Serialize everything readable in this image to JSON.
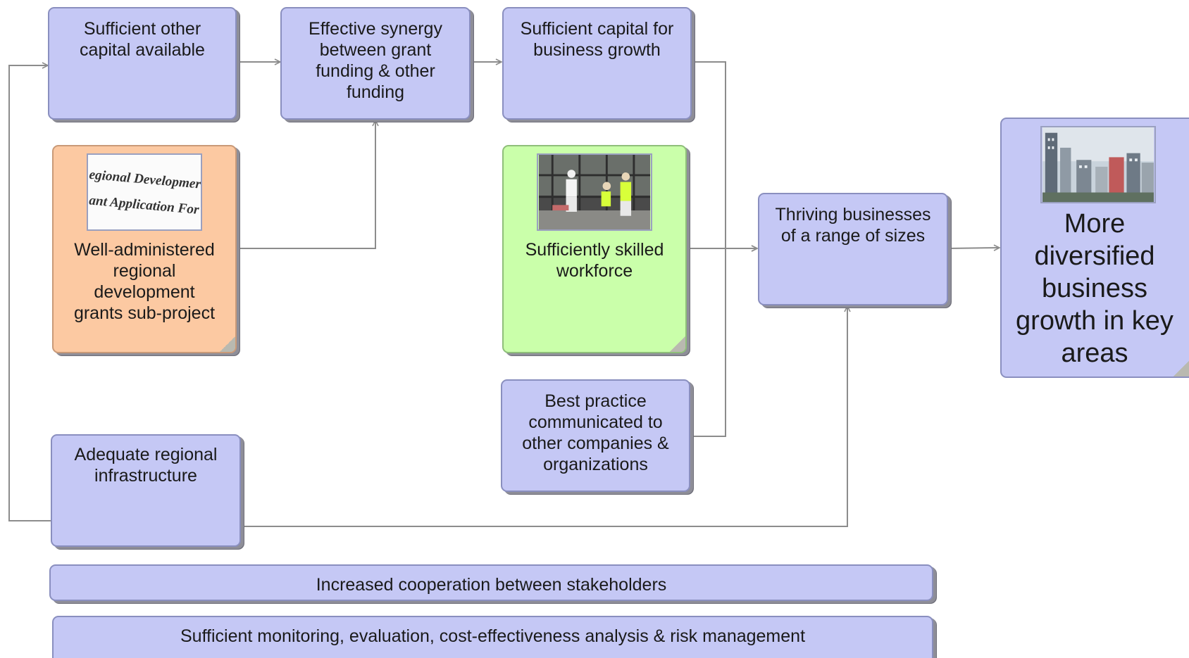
{
  "nodes": {
    "other_capital": "Sufficient other capital available",
    "synergy": "Effective synergy between grant funding & other funding",
    "capital_growth": "Sufficient capital for business growth",
    "grants": "Well-administered regional development grants sub-project",
    "grants_image_text_1": "egional Developmer",
    "grants_image_text_2": "ant Application For",
    "workforce": "Sufficiently skilled workforce",
    "best_practice": "Best practice communicated to other companies & organizations",
    "infrastructure": "Adequate regional infrastructure",
    "thriving": "Thriving businesses of a range of sizes",
    "outcome": "More diversified business growth in key areas",
    "cooperation": "Increased cooperation between stakeholders",
    "monitoring": "Sufficient monitoring, evaluation, cost-effectiveness analysis & risk management"
  },
  "colors": {
    "node_fill": "#c5c8f5",
    "orange_fill": "#fcc9a2",
    "green_fill": "#caffaa",
    "link": "#8c8c8c"
  },
  "icons": {
    "grants_image": "document-photo",
    "workforce_image": "workers-photo",
    "outcome_image": "city-skyline-photo"
  }
}
